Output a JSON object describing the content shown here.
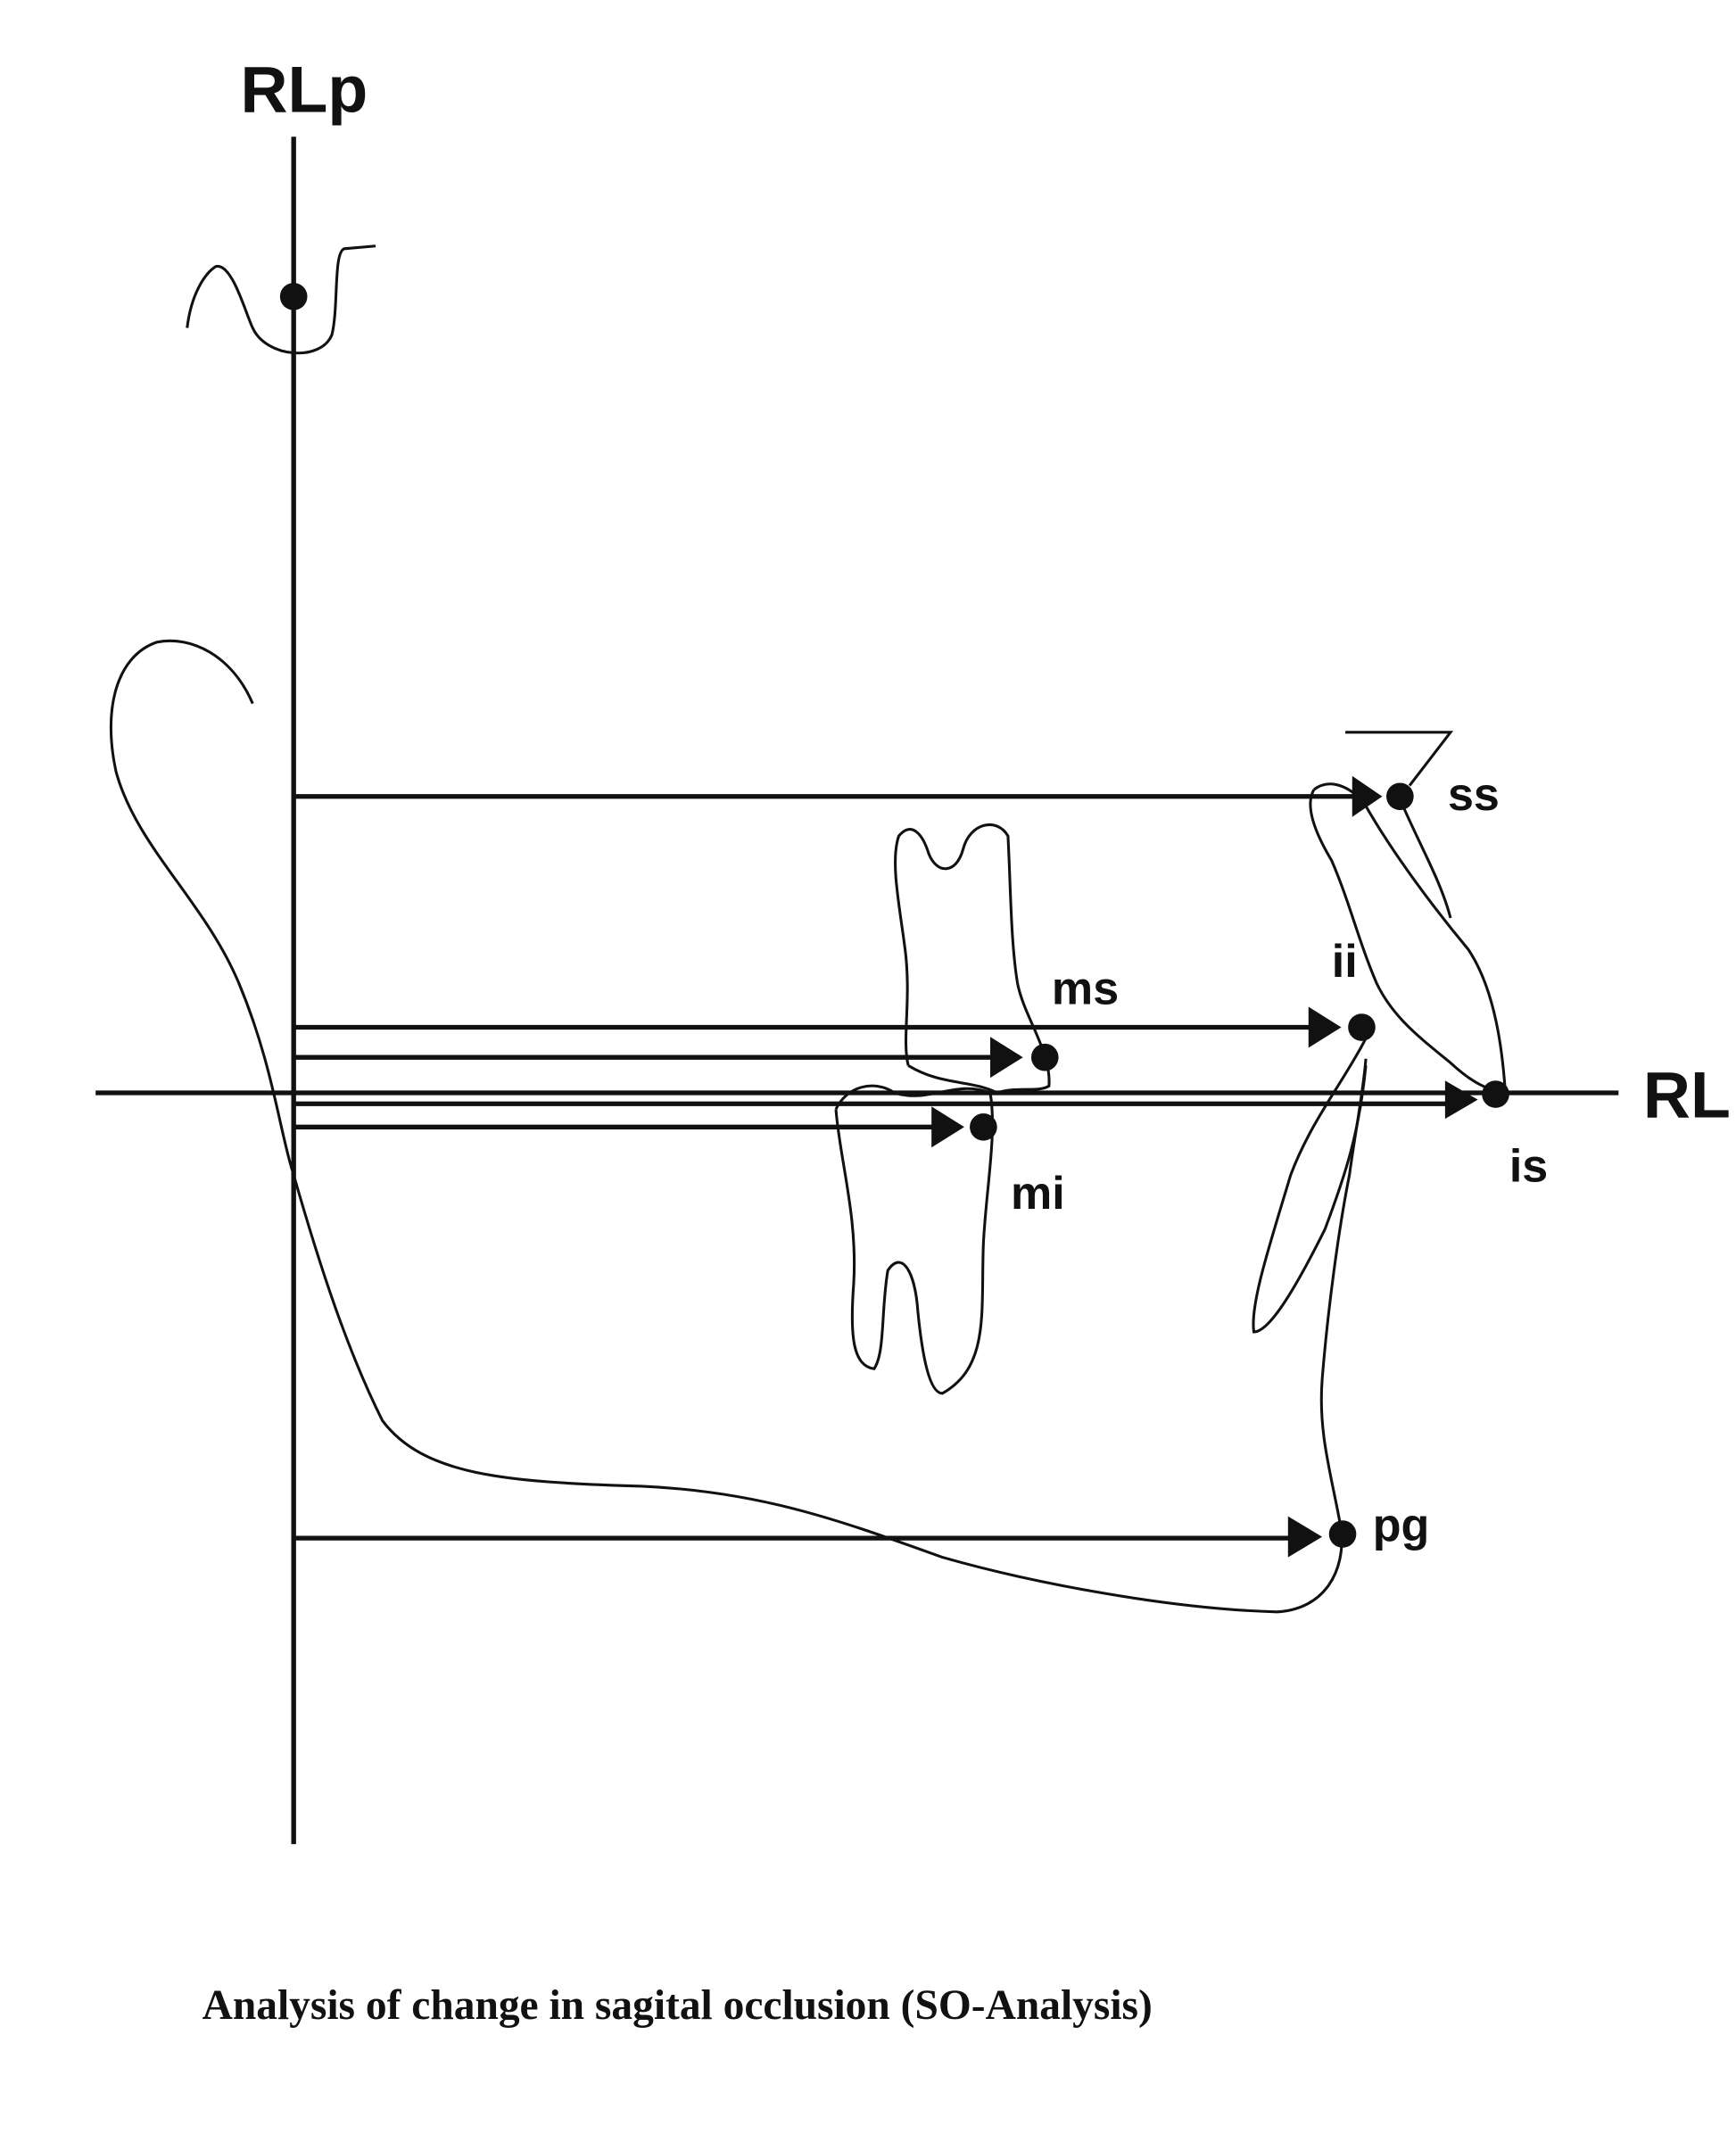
{
  "diagram": {
    "vertical_axis_label": "RLp",
    "horizontal_axis_label": "RL",
    "landmarks": {
      "ss": "ss",
      "ms": "ms",
      "ii": "ii",
      "is": "is",
      "mi": "mi",
      "pg": "pg"
    },
    "caption": "Analysis of change in sagital occlusion (SO-Analysis)"
  },
  "colors": {
    "ink": "#111111",
    "background": "#ffffff"
  }
}
